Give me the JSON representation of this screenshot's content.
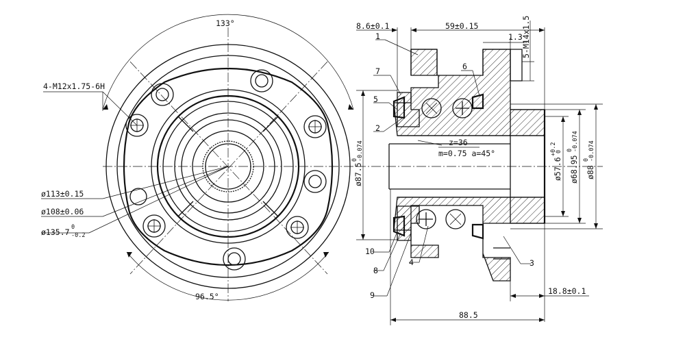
{
  "front_view": {
    "angle_top": "133°",
    "angle_bottom": "96.5°",
    "thread_note": "4-M12x1.75-6H",
    "dia_1": "ø113±0.15",
    "dia_2": "ø108±0.06",
    "dia_3_main": "ø135.7",
    "dia_3_tol_upper": "0",
    "dia_3_tol_lower": "-0.2"
  },
  "section_view": {
    "dim_top_left": "8.6±0.1",
    "dim_top": "59±0.15",
    "dim_small": "1.3",
    "dim_bolt": "5-M14x1.5",
    "spline_z": "z=36",
    "spline_m": "m=0.75 a=45°",
    "dia_left_main": "ø87.5",
    "dia_left_tol_upper": "0",
    "dia_left_tol_lower": "-0.074",
    "dia_r1_main": "ø57.6",
    "dia_r1_tol_upper": "+0.2",
    "dia_r1_tol_lower": "0",
    "dia_r2_main": "ø68.95",
    "dia_r2_tol_upper": "0",
    "dia_r2_tol_lower": "-0.074",
    "dia_r3_main": "ø88",
    "dia_r3_tol_upper": "0",
    "dia_r3_tol_lower": "-0.074",
    "dim_bottom_right": "18.8±0.1",
    "dim_bottom": "88.5"
  },
  "part_labels": [
    "1",
    "2",
    "3",
    "4",
    "5",
    "6",
    "7",
    "8",
    "9",
    "10"
  ]
}
